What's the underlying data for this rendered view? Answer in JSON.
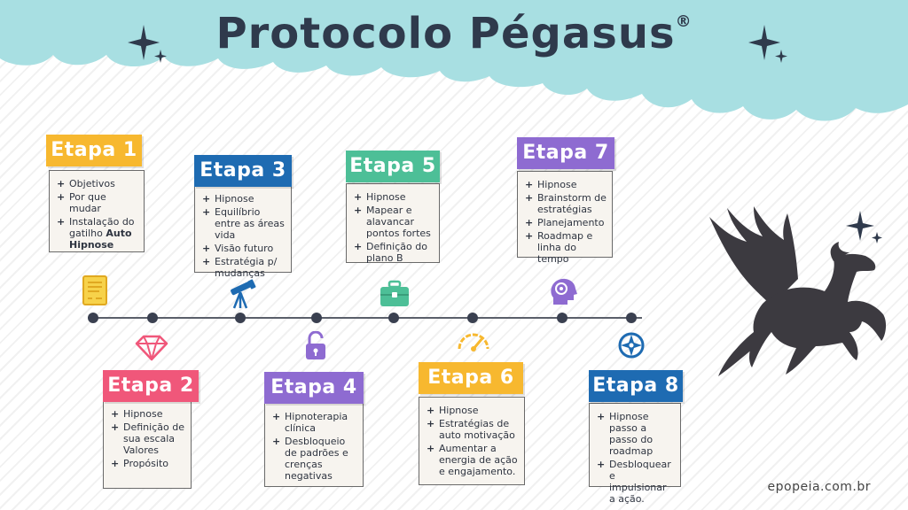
{
  "title": "Protocolo Pégasus",
  "trademark": "®",
  "footer": "epopeia.com.br",
  "colors": {
    "cloud": "#a8dfe2",
    "etapa1": "#f7b82f",
    "etapa2": "#f0577a",
    "etapa3": "#1e6bb2",
    "etapa4": "#8e6bd1",
    "etapa5": "#4dbf97",
    "etapa6": "#f7b82f",
    "etapa7": "#8e6bd1",
    "etapa8": "#1e6bb2"
  },
  "steps": [
    {
      "label": "Etapa 1",
      "icon": "document-certificate-icon",
      "items": [
        "Objetivos",
        "Por que mudar",
        "Instalação do gatilho ",
        "Auto Hipnose"
      ]
    },
    {
      "label": "Etapa 2",
      "icon": "diamond-icon",
      "items": [
        "Hipnose",
        "Definição de sua escala Valores",
        "Propósito"
      ]
    },
    {
      "label": "Etapa 3",
      "icon": "telescope-icon",
      "items": [
        "Hipnose",
        "Equilíbrio entre as áreas vida",
        "Visão futuro",
        "Estratégia p/ mudanças"
      ]
    },
    {
      "label": "Etapa 4",
      "icon": "unlocked-padlock-icon",
      "items": [
        "Hipnoterapia clínica",
        "Desbloqueio de padrões e crenças negativas"
      ]
    },
    {
      "label": "Etapa 5",
      "icon": "briefcase-icon",
      "items": [
        "Hipnose",
        "Mapear e alavancar pontos fortes",
        "Definição do plano B"
      ]
    },
    {
      "label": "Etapa 6",
      "icon": "speedometer-icon",
      "items": [
        "Hipnose",
        "Estratégias de auto motivação",
        "Aumentar a energia de ação e engajamento."
      ]
    },
    {
      "label": "Etapa 7",
      "icon": "brain-head-icon",
      "items": [
        "Hipnose",
        "Brainstorm de estratégias",
        "Planejamento",
        "Roadmap e linha do tempo"
      ]
    },
    {
      "label": "Etapa 8",
      "icon": "compass-icon",
      "items": [
        "Hipnose passo a passo do roadmap",
        "Desbloquear e impulsionar a ação."
      ]
    }
  ]
}
